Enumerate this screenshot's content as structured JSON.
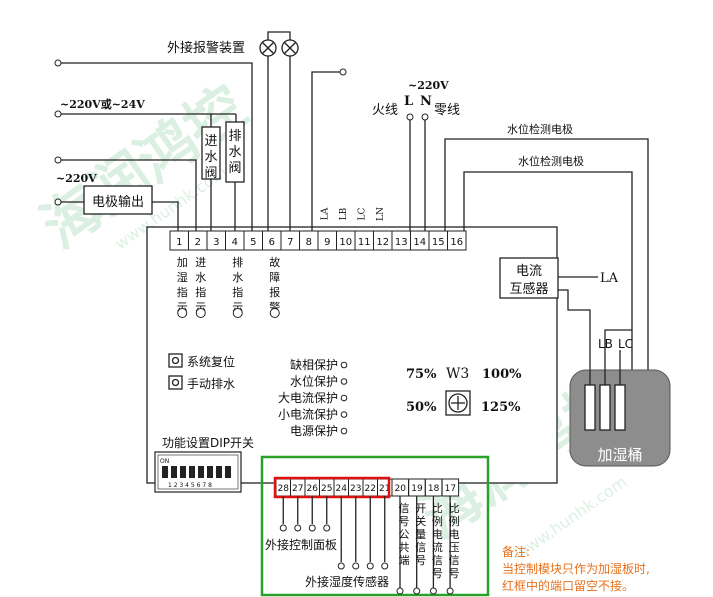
{
  "colors": {
    "green_frame": "#2aa02a",
    "red_frame": "#e01010",
    "note": "#e8701a",
    "bucket": "#8d8d8d",
    "watermark": "#5fbf83"
  },
  "labels": {
    "external_alarm": "外接报警装置",
    "supply_220_24": "~220V或~24V",
    "supply_220_left": "~220V",
    "supply_220_top": "~220V",
    "electrode_output": "电极输出",
    "inlet_valve": "进水阀",
    "drain_valve": "排水阀",
    "live": "火线",
    "L": "L",
    "N": "N",
    "neutral": "零线",
    "level_electrode_1": "水位检测电极",
    "level_electrode_2": "水位检测电极",
    "current_transformer_1": "电流",
    "current_transformer_2": "互感器",
    "LA": "LA",
    "LB": "LB",
    "LC": "LC",
    "bucket": "加湿桶",
    "reset": "系统复位",
    "manual_drain": "手动排水",
    "dip_title": "功能设置DIP开关",
    "dip_on": "ON",
    "dip_numbers": "1 2 3 4 5 6 7 8",
    "w3": "W3",
    "pct_75": "75%",
    "pct_100": "100%",
    "pct_50": "50%",
    "pct_125": "125%",
    "ext_panel": "外接控制面板",
    "ext_sensor": "外接湿度传感器",
    "note_title": "备注:",
    "note_line1": "当控制模块只作为加湿板时,",
    "note_line2": "红框中的端口留空不接。",
    "watermark_cn": "海润鸿控",
    "watermark_url": "www.hunhk.com"
  },
  "top_terminals": [
    "1",
    "2",
    "3",
    "4",
    "5",
    "6",
    "7",
    "8",
    "9",
    "10",
    "11",
    "12",
    "13",
    "14",
    "15",
    "16"
  ],
  "top_signal_labels": [
    "LA",
    "LB",
    "LC",
    "LN"
  ],
  "indicators": [
    "加湿指示",
    "进水指示",
    "排水指示",
    "故障报警"
  ],
  "protections": [
    "缺相保护",
    "水位保护",
    "大电流保护",
    "小电流保护",
    "电源保护"
  ],
  "bottom_terminals": [
    "28",
    "27",
    "26",
    "25",
    "24",
    "23",
    "22",
    "21",
    "20",
    "19",
    "18",
    "17"
  ],
  "bottom_signals": [
    "信号公共端",
    "开关量信号",
    "比例电流信号",
    "比例电压信号"
  ]
}
